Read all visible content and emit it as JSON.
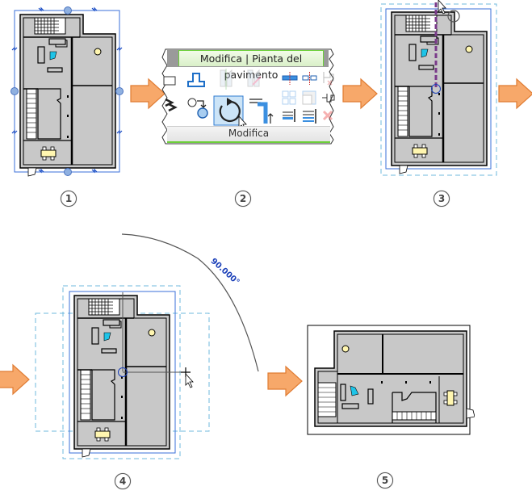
{
  "title": "Revit rotate floor plan workflow",
  "steps": [
    {
      "number": "1",
      "description": "floor plan selected with grips"
    },
    {
      "number": "2",
      "description": "ribbon Modify panel - Rotate tool"
    },
    {
      "number": "3",
      "description": "rotation center and start ray defined"
    },
    {
      "number": "4",
      "description": "dragging rotation to angle"
    },
    {
      "number": "5",
      "description": "rotated floor plan"
    }
  ],
  "ribbon": {
    "tab_label": "Modifica | Pianta del pavimento",
    "panel_label": "Modifica",
    "tools": [
      {
        "name": "align",
        "icon": "align-icon",
        "enabled": true
      },
      {
        "name": "mirror-pick-axis",
        "icon": "mirror-pick-axis-icon",
        "enabled": false
      },
      {
        "name": "mirror-draw-axis",
        "icon": "mirror-draw-axis-icon",
        "enabled": false
      },
      {
        "name": "split",
        "icon": "split-icon",
        "enabled": true
      },
      {
        "name": "split-gap",
        "icon": "split-gap-icon",
        "enabled": true
      },
      {
        "name": "unpin",
        "icon": "unpin-icon",
        "enabled": false
      },
      {
        "name": "move",
        "icon": "move-icon",
        "enabled": true
      },
      {
        "name": "copy",
        "icon": "copy-icon",
        "enabled": true
      },
      {
        "name": "rotate",
        "icon": "rotate-icon",
        "enabled": true,
        "active": true
      },
      {
        "name": "trim-extend-corner",
        "icon": "trim-extend-corner-icon",
        "enabled": true
      },
      {
        "name": "array",
        "icon": "array-icon",
        "enabled": false
      },
      {
        "name": "scale",
        "icon": "scale-icon",
        "enabled": false
      },
      {
        "name": "pin",
        "icon": "pin-icon",
        "enabled": true
      },
      {
        "name": "trim-extend-single",
        "icon": "trim-extend-single-icon",
        "enabled": true
      },
      {
        "name": "trim-extend-multiple",
        "icon": "trim-extend-multiple-icon",
        "enabled": true
      },
      {
        "name": "delete",
        "icon": "delete-icon",
        "enabled": false
      }
    ]
  },
  "angle_readout": "90.000°",
  "colors": {
    "arrow_fill": "#f7a86a",
    "arrow_stroke": "#e07c33",
    "selection_blue": "#3a6fd8",
    "dashed_crop": "#6fb9dd",
    "room_fill": "#c8c8c8",
    "wall": "#000000",
    "ribbon_tab_border": "#6ccf3a",
    "angle_text": "#1a3fb8",
    "rotation_line": "#7a3a8a"
  }
}
